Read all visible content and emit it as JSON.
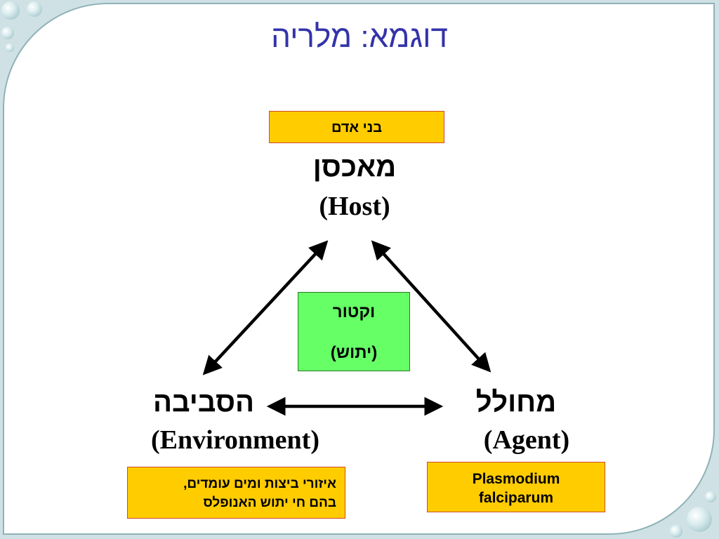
{
  "title": "דוגמא: מלריה",
  "host": {
    "box_text": "בני אדם",
    "label_he": "מאכסן",
    "label_en": "(Host)"
  },
  "vector": {
    "line1": "וקטור",
    "line2": "(יתוש)"
  },
  "environment": {
    "label_he": "הסביבה",
    "label_en": "(Environment)",
    "box_line1": "איזורי ביצות ומים עומדים,",
    "box_line2": "בהם חי יתוש האנופלס"
  },
  "agent": {
    "label_he": "מחולל",
    "label_en": "(Agent)",
    "box_line1": "Plasmodium",
    "box_line2": "falciparum"
  },
  "colors": {
    "title": "#3333aa",
    "orange_box": "#ffcc00",
    "orange_border": "#d04a2a",
    "green_box": "#66ff66",
    "frame": "#cfe1e4"
  }
}
